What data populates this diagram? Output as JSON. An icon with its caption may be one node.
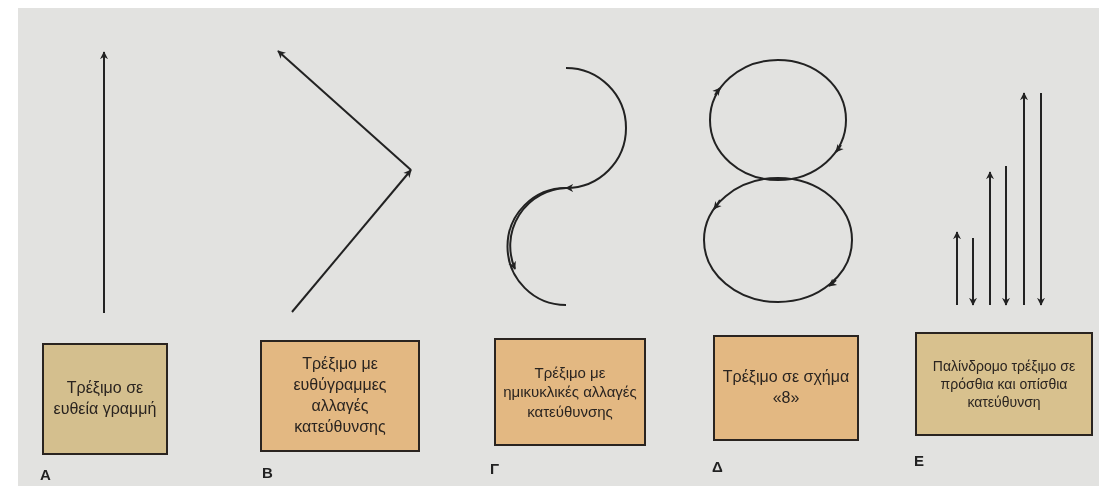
{
  "diagram": {
    "nodes": [
      {
        "text": [
          "Τρέξιμο σε ευθεία γραμμή"
        ]
      },
      {
        "text": [
          "Τρέξιμο με ευθύγραμμες αλλαγές κατεύθυνσης"
        ]
      },
      {
        "text": [
          "Τρέξιμο με ημικυκλικές αλλαγές κατεύθυνσης"
        ]
      },
      {
        "text": [
          "Τρέξιμο σε σχήμα «8»"
        ]
      },
      {
        "text": [
          "Παλίνδρομο τρέξιμο σε πρόσθια και οπίσθια κατεύθυνση"
        ]
      }
    ],
    "labels": [
      "Α",
      "Β",
      "Γ",
      "Δ",
      "Ε"
    ]
  }
}
